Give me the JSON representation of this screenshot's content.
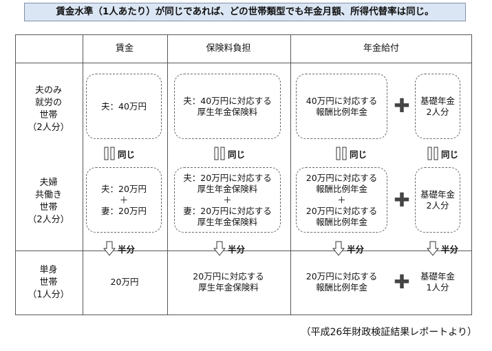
{
  "title": "賃金水準（1人あたり）が同じであれば、どの世帯類型でも年金月額、所得代替率は同じ。",
  "columns": [
    "賃金",
    "保険料負担",
    "年金給付"
  ],
  "rows": [
    {
      "header": "夫のみ\n就労の\n世帯\n（2人分）",
      "wage": "夫：40万円",
      "premium": "夫：40万円に対応する\n厚生年金保険料",
      "pension": "40万円に対応する\n報酬比例年金",
      "basic": "基礎年金\n2人分"
    },
    {
      "header": "夫婦\n共働き\n世帯\n（2人分）",
      "wage": "夫：20万円\n＋\n妻：20万円",
      "premium": "夫：20万円に対応する\n厚生年金保険料\n＋\n妻：20万円に対応する\n厚生年金保険料",
      "pension": "20万円に対応する\n報酬比例年金\n＋\n20万円に対応する\n報酬比例年金",
      "basic": "基礎年金\n2人分"
    },
    {
      "header": "単身\n世帯\n（1人分）",
      "wage": "20万円",
      "premium": "20万円に対応する\n厚生年金保険料",
      "pension": "20万円に対応する\n報酬比例年金",
      "basic": "基礎年金\n1人分"
    }
  ],
  "equal_label": "同じ",
  "half_label": "半分",
  "footer": "（平成26年財政検証結果レポートより）",
  "colors": {
    "title_bg": "#dbe6f4",
    "border": "#555555"
  }
}
